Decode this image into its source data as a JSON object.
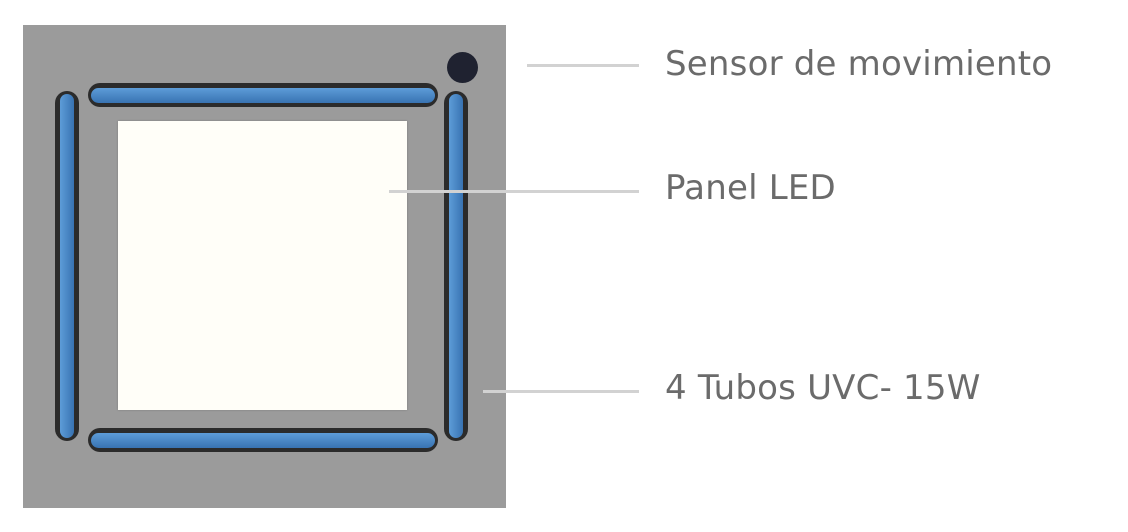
{
  "diagram": {
    "title": "",
    "colors": {
      "device_body": "#9b9b9b",
      "led_panel": "#fffef8",
      "uvc_tube": "#4a88c8",
      "sensor": "#1f2230",
      "leader_line": "#d2d2d2",
      "label_text": "#6b6b6b"
    },
    "components": [
      {
        "id": "sensor",
        "icon": "motion-sensor-dot"
      },
      {
        "id": "led_panel",
        "icon": "square-panel"
      },
      {
        "id": "uvc_tubes",
        "count": 4,
        "icon": "tube"
      }
    ],
    "labels": {
      "sensor": "Sensor de movimiento",
      "led_panel": "Panel LED",
      "uvc_tubes": "4 Tubos UVC- 15W"
    }
  }
}
